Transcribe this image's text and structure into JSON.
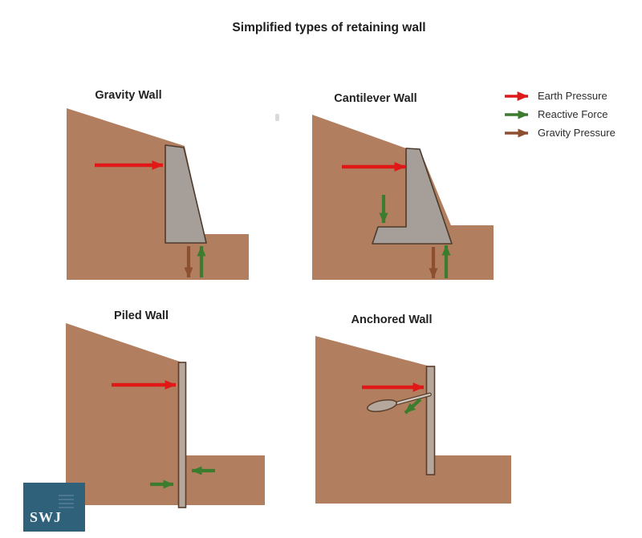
{
  "title": "Simplified types of retaining wall",
  "panels": [
    {
      "id": "gravity",
      "label": "Gravity Wall"
    },
    {
      "id": "cantilever",
      "label": "Cantilever Wall"
    },
    {
      "id": "piled",
      "label": "Piled Wall"
    },
    {
      "id": "anchored",
      "label": "Anchored Wall"
    }
  ],
  "legend": {
    "items": [
      {
        "label": "Earth Pressure",
        "color": "#e01818"
      },
      {
        "label": "Reactive Force",
        "color": "#3b7c2e"
      },
      {
        "label": "Gravity Pressure",
        "color": "#8d4f30"
      }
    ]
  },
  "logo": {
    "text": "SWJ"
  },
  "colors": {
    "soil": "#b17f5f",
    "wall": "#a69e99",
    "wall_outline": "#4d3a2c",
    "pile": "#b5a79c",
    "pile_outline": "#5a3d2b",
    "earth_pressure": "#e01818",
    "reactive_force": "#3b7c2e",
    "gravity_pressure": "#8d4f30",
    "logo_bg": "#2f617a",
    "logo_text": "#f0f4f6"
  }
}
